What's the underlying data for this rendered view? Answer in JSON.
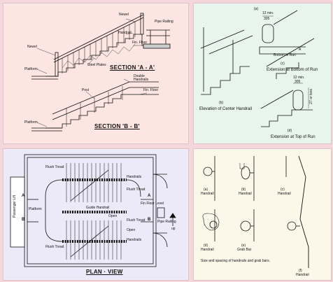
{
  "panels": {
    "top_left": {
      "section_aa": {
        "title": "SECTION 'A - A'",
        "labels": {
          "newel_top": "Newel",
          "handrail": "Handrail",
          "pipe_railing": "Pipe Railing",
          "newel_left": "Newel",
          "steel_plates": "Steel Plates",
          "fin_floor": "Fin. Floor",
          "platform": "Platform"
        }
      },
      "section_bb": {
        "title": "SECTION 'B - B'",
        "labels": {
          "double_handrails": "Double Handrails",
          "post": "Post",
          "fin_floor": "Fin. Floor",
          "platform": "Platform"
        }
      }
    },
    "top_right": {
      "labels": {
        "dim_top": "12 min.",
        "dim_top_sub": "305",
        "bottom_of_run": "Bottom of Run",
        "extension_bottom": "Extension at Bottom of Run",
        "elevation_center": "Elevation of Center Handrail",
        "dim_mid": "12 min.",
        "dim_mid_sub": "305",
        "dim_side": "27 or less",
        "extension_top": "Extension at Top of Run",
        "fig_a": "(a)",
        "fig_b": "(b)",
        "fig_c": "(c)",
        "fig_d": "(d)",
        "letter_a": "A"
      }
    },
    "bottom_left": {
      "caption": "PLAN · VIEW",
      "labels": {
        "flush_tread_1": "Flush Tread",
        "flush_tread_2": "Flush Tread",
        "flush_tread_3": "Flush Tread",
        "flush_tread_4": "Flush Tread",
        "handrails_top": "Handrails",
        "handrails_bottom": "Handrails",
        "guide_handrail": "Guide Handrail",
        "fin_floor_level": "Fin Floor Level",
        "platform": "Platform",
        "open_1": "Open",
        "open_2": "Open",
        "pipe_railing": "Pipe Railing",
        "up": "up",
        "passenger_lift": "Passenger Lift",
        "marker_a": "A",
        "marker_b": "B",
        "marker_a2": "A",
        "marker_b2": "B"
      }
    },
    "bottom_right": {
      "labels": {
        "fig_a": "(a)",
        "fig_a_name": "Handrail",
        "fig_b": "(b)",
        "fig_b_name": "Handrail",
        "fig_c": "(c)",
        "fig_c_name": "Handrail",
        "fig_d": "(d)",
        "fig_d_name": "Handrail",
        "fig_e": "(e)",
        "fig_e_name": "Grab Bar",
        "fig_f": "(f)",
        "fig_f_name": "Handrail",
        "caption": "Size and spacing of handrails and grab bars."
      }
    }
  },
  "colors": {
    "page_background": "#f5d6da",
    "panel_top_left": "#fde6e1",
    "panel_top_right": "#e8f5ee",
    "panel_bottom_left": "#eceaf8",
    "panel_bottom_right": "#fbf8ea",
    "ink": "#111111"
  }
}
